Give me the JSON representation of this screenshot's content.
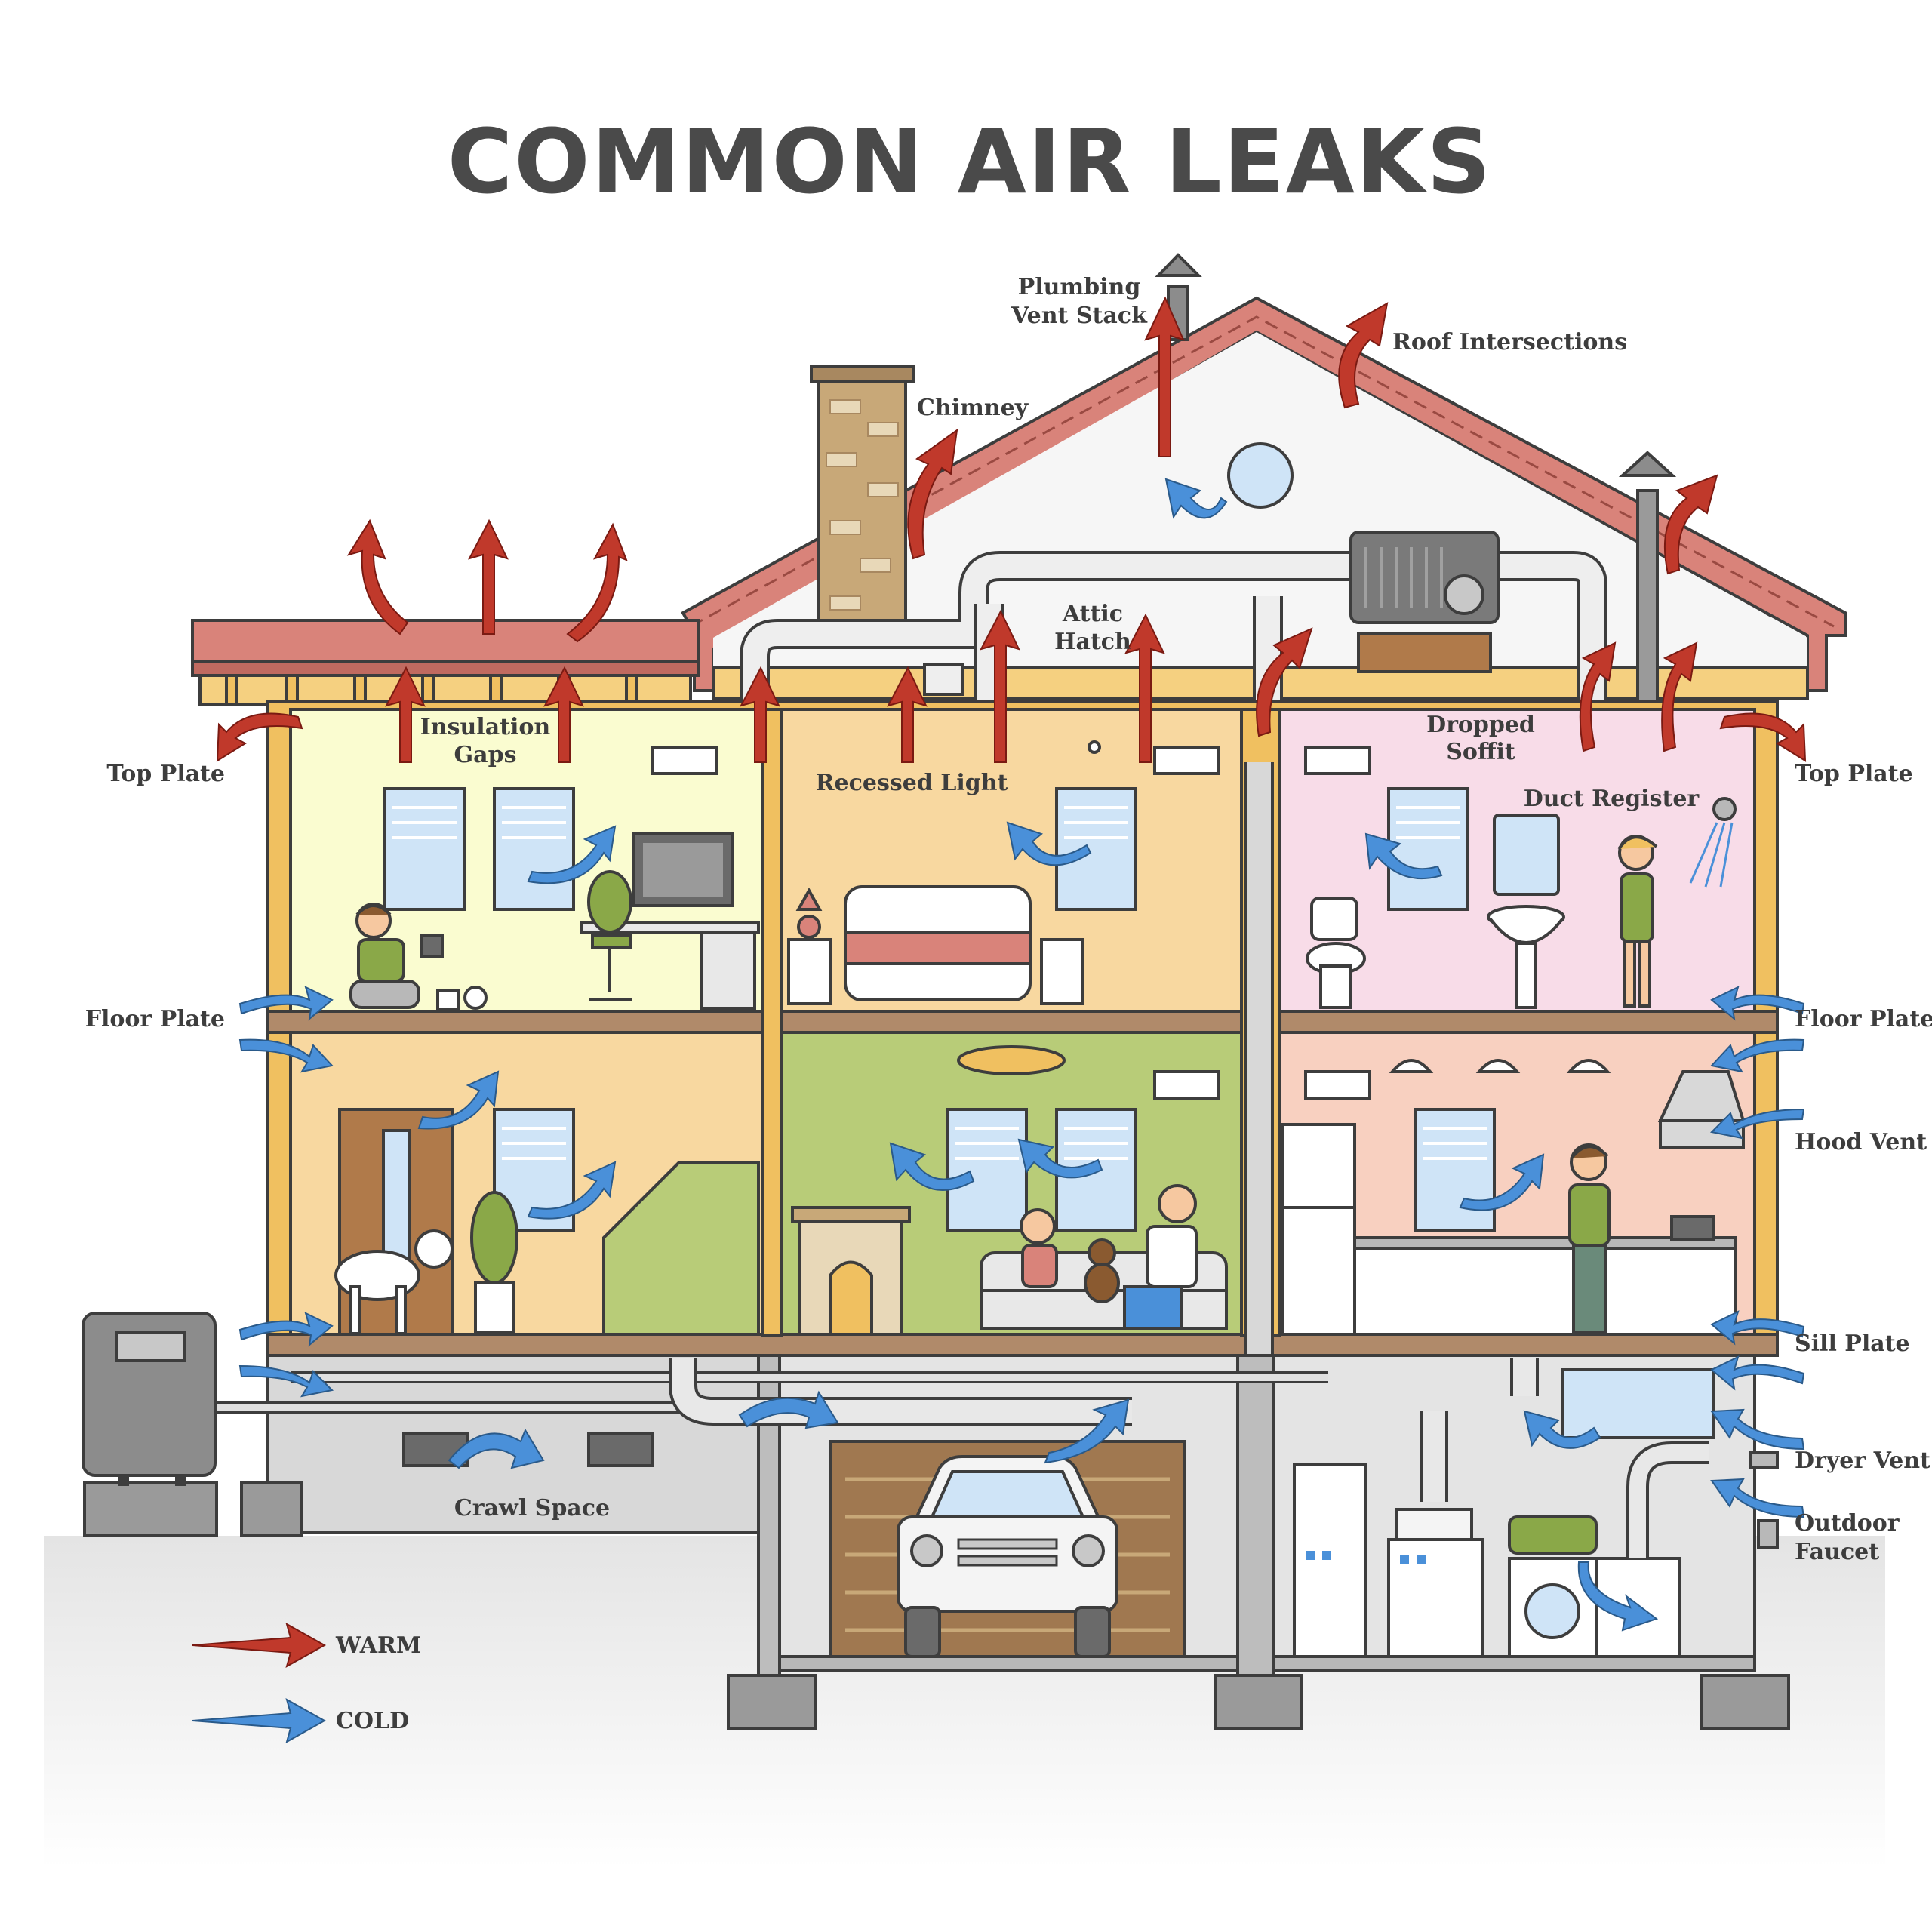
{
  "title": "COMMON AIR LEAKS",
  "labels": {
    "plumbing_vent_stack": [
      "Plumbing",
      "Vent Stack"
    ],
    "roof_intersections": "Roof Intersections",
    "chimney": "Chimney",
    "attic_hatch": [
      "Attic",
      "Hatch"
    ],
    "insulation_gaps": [
      "Insulation",
      "Gaps"
    ],
    "recessed_light": "Recessed Light",
    "dropped_soffit": [
      "Dropped",
      "Soffit"
    ],
    "duct_register": "Duct Register",
    "top_plate_left": "Top Plate",
    "top_plate_right": "Top Plate",
    "floor_plate_left": "Floor Plate",
    "floor_plate_right": "Floor Plate",
    "hood_vent": "Hood Vent",
    "sill_plate": "Sill Plate",
    "dryer_vent": "Dryer Vent",
    "outdoor_faucet": [
      "Outdoor",
      "Faucet"
    ],
    "crawl_space": "Crawl Space"
  },
  "legend": {
    "warm": "WARM",
    "cold": "COLD"
  },
  "colors": {
    "warm_arrow": "#c0392b",
    "cold_arrow": "#4a90d9",
    "roof": "#d9837a",
    "wall_frame": "#f0c060",
    "room_yellow": "#fafcd0",
    "room_orange": "#f8d8a0",
    "room_pink": "#f8dce8",
    "room_green": "#b8cc78",
    "room_peach": "#f8d0c0",
    "basement": "#e0e0e0"
  }
}
